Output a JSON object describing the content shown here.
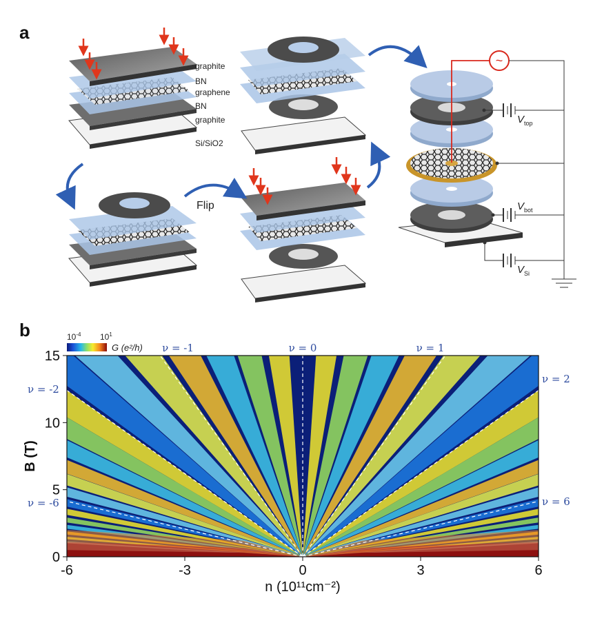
{
  "panel_a": {
    "label": "a",
    "layer_labels": [
      "graphite",
      "BN",
      "graphene",
      "BN",
      "graphite",
      "Si/SiO2"
    ],
    "flip_label": "Flip",
    "circuit": {
      "v_top": "V",
      "v_top_sub": "top",
      "v_bot": "V",
      "v_bot_sub": "bot",
      "v_si": "V",
      "v_si_sub": "Si",
      "source_symbol": "~"
    }
  },
  "panel_b": {
    "label": "b",
    "colorbar": {
      "min_label": "10",
      "min_exp": "-4",
      "max_label": "10",
      "max_exp": "1",
      "quantity": "G (e²/h)"
    },
    "nu_labels": [
      "ν = -1",
      "ν = 0",
      "ν = 1",
      "ν = -2",
      "ν = 2",
      "ν = -6",
      "ν = 6"
    ]
  },
  "chart_data": {
    "type": "heatmap",
    "title": "",
    "xlabel": "n (10¹¹cm⁻²)",
    "ylabel": "B (T)",
    "xlim": [
      -6,
      6
    ],
    "ylim": [
      0,
      15
    ],
    "x_ticks": [
      "-6",
      "-3",
      "0",
      "3",
      "6"
    ],
    "y_ticks": [
      "0",
      "5",
      "10",
      "15"
    ],
    "color_scale": {
      "min": 0.0001,
      "max": 10,
      "log": true,
      "colormap": "jet"
    },
    "filling_factor_lines": [
      {
        "nu": -6,
        "label": "ν = -6"
      },
      {
        "nu": -2,
        "label": "ν = -2"
      },
      {
        "nu": -1,
        "label": "ν = -1"
      },
      {
        "nu": 0,
        "label": "ν = 0"
      },
      {
        "nu": 1,
        "label": "ν = 1"
      },
      {
        "nu": 2,
        "label": "ν = 2"
      },
      {
        "nu": 6,
        "label": "ν = 6"
      }
    ]
  }
}
